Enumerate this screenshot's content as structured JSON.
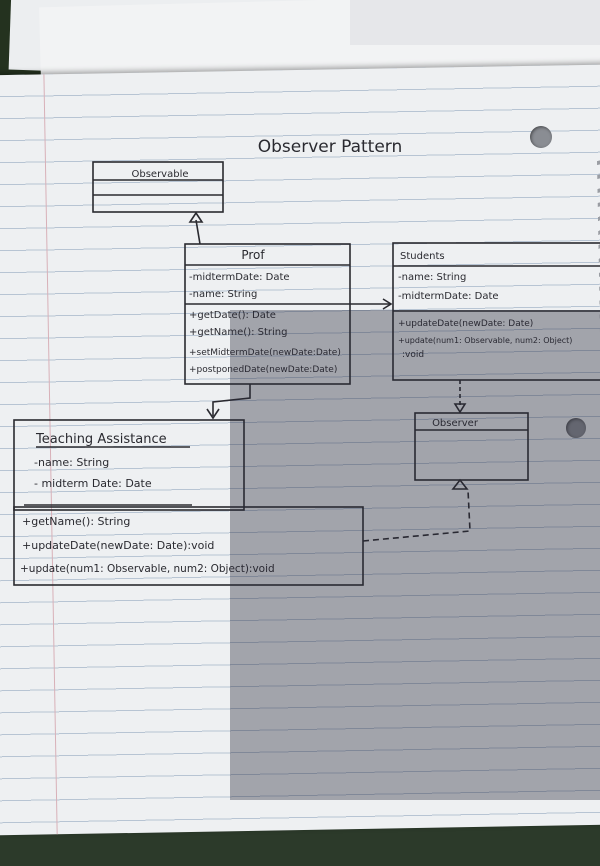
{
  "title": "Observer Pattern",
  "classes": {
    "observable": {
      "name": "Observable"
    },
    "prof": {
      "name": "Prof",
      "attributes": [
        "-midtermDate: Date",
        "-name: String"
      ],
      "methods": [
        "+getDate(): Date",
        "+getName(): String",
        "+setMidtermDate(newDate:Date)",
        "+postponedDate(newDate:Date)"
      ]
    },
    "students": {
      "name": "Students",
      "attributes": [
        "-name: String",
        "-midtermDate: Date"
      ],
      "methods": [
        "+updateDate(newDate: Date)",
        "+update(num1: Observable, num2: Object)",
        ":void"
      ]
    },
    "observer": {
      "name": "Observer"
    },
    "ta": {
      "name": "Teaching Assistance",
      "attributes": [
        "-name: String",
        "- midterm Date: Date"
      ],
      "methods": [
        "+getName(): String",
        "+updateDate(newDate: Date):void",
        "+update(num1: Observable, num2: Object):void"
      ]
    }
  }
}
